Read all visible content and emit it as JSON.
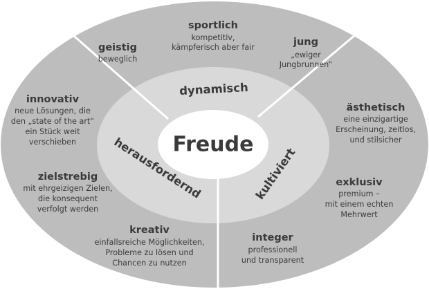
{
  "colors": {
    "outer_ring": "#bdbdbd",
    "middle_ring": "#d9d9d9",
    "center": "#ffffff",
    "divider": "#ffffff",
    "text": "#3a3a3a"
  },
  "center": {
    "label": "Freude"
  },
  "middle_ring": {
    "labels": [
      {
        "key": "dynamisch",
        "text": "dynamisch"
      },
      {
        "key": "herausfordernd",
        "text": "herausfordernd"
      },
      {
        "key": "kultiviert",
        "text": "kultiviert"
      }
    ]
  },
  "outer_ring": {
    "items": [
      {
        "key": "sportlich",
        "term": "sportlich",
        "lines": [
          "kompetitiv,",
          "kämpferisch aber fair"
        ]
      },
      {
        "key": "geistig",
        "term": "geistig",
        "lines": [
          "beweglich"
        ]
      },
      {
        "key": "jung",
        "term": "jung",
        "lines": [
          "„ewiger",
          "Jungbrunnen“"
        ]
      },
      {
        "key": "innovativ",
        "term": "innovativ",
        "lines": [
          "neue Lösungen, die",
          "den „state of the art“",
          "ein Stück weit",
          "verschieben"
        ]
      },
      {
        "key": "zielstrebig",
        "term": "zielstrebig",
        "lines": [
          "mit ehrgeizigen Zielen,",
          "die konsequent",
          "verfolgt werden"
        ]
      },
      {
        "key": "kreativ",
        "term": "kreativ",
        "lines": [
          "einfallsreiche Möglichkeiten,",
          "Probleme zu lösen und",
          "Chancen zu nutzen"
        ]
      },
      {
        "key": "aesthetisch",
        "term": "ästhetisch",
        "lines": [
          "eine einzigartige",
          "Erscheinung, zeitlos,",
          "und stilsicher"
        ]
      },
      {
        "key": "exklusiv",
        "term": "exklusiv",
        "lines": [
          "premium –",
          "mit einem echten",
          "Mehrwert"
        ]
      },
      {
        "key": "integer",
        "term": "integer",
        "lines": [
          "professionell",
          "und transparent"
        ]
      }
    ]
  }
}
